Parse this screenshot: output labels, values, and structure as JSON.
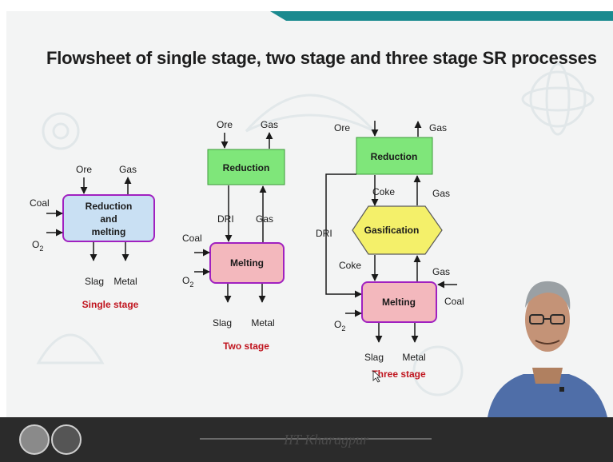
{
  "slide": {
    "title": "Flowsheet of single stage, two stage and three stage SR processes"
  },
  "colors": {
    "accent_teal": "#1a8a8f",
    "green_box": "#7fe67a",
    "pink_box": "#f3b8bd",
    "blue_box": "#c9e0f3",
    "yellow_hex": "#f4f06a",
    "box_border_purple": "#a020c0",
    "caption_red": "#c0141e"
  },
  "single_stage": {
    "box_line1": "Reduction",
    "box_line2": "and",
    "box_line3": "melting",
    "ore": "Ore",
    "gas": "Gas",
    "coal": "Coal",
    "o2": "O",
    "o2_sub": "2",
    "slag": "Slag",
    "metal": "Metal",
    "caption": "Single stage"
  },
  "two_stage": {
    "reduction_box": "Reduction",
    "melting_box": "Melting",
    "ore": "Ore",
    "gas_top": "Gas",
    "dri": "DRI",
    "gas_mid": "Gas",
    "coal": "Coal",
    "o2": "O",
    "o2_sub": "2",
    "slag": "Slag",
    "metal": "Metal",
    "caption": "Two stage"
  },
  "three_stage": {
    "reduction_box": "Reduction",
    "gasification_box": "Gasification",
    "melting_box": "Melting",
    "ore": "Ore",
    "gas_top": "Gas",
    "coke_top": "Coke",
    "gas_upper": "Gas",
    "dri": "DRI",
    "coke_mid": "Coke",
    "gas_lower": "Gas",
    "coal": "Coal",
    "o2": "O",
    "o2_sub": "2",
    "slag": "Slag",
    "metal": "Metal",
    "caption": "Three stage"
  },
  "footer": {
    "institute": "IIT Kharagpur"
  }
}
